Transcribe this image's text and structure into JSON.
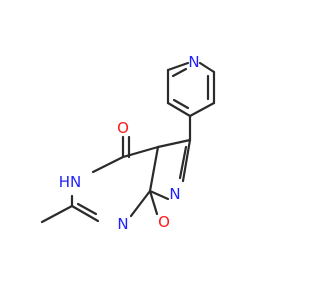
{
  "colors": {
    "bond": "#2b2b2b",
    "nitrogen": "#1f1fff",
    "oxygen": "#ff1a1a",
    "background": "#ffffff"
  },
  "atoms": [
    {
      "id": "a_n_pyridine",
      "text": "N",
      "color": "nitrogen"
    },
    {
      "id": "a_o_carbonyl",
      "text": "O",
      "color": "oxygen"
    },
    {
      "id": "a_nh_amide",
      "text": "H",
      "sub": "",
      "prefix": "N",
      "color": "nitrogen"
    },
    {
      "id": "a_n_isoxazole",
      "text": "N",
      "color": "nitrogen"
    },
    {
      "id": "a_n_pyrimidine",
      "text": "N",
      "color": "nitrogen"
    },
    {
      "id": "a_o_isoxazole",
      "text": "O",
      "color": "oxygen"
    }
  ]
}
